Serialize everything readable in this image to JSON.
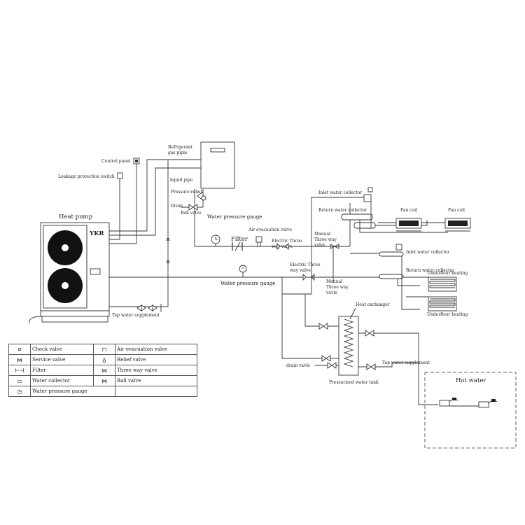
{
  "heat_pump": {
    "title": "Heat pump",
    "brand": "YKR"
  },
  "labels": {
    "control_panel": "Control panel",
    "leakage_switch": "Leakage protection switch",
    "refrigerant_gas": [
      "Refrigerant",
      "gas piple"
    ],
    "liquid_pipe": "liquid pipe",
    "pressure_relief": "Pressure relief",
    "drain": "Drain",
    "ball_valve_small": "Ball valve",
    "water_pressure_gauge_top": "Water pressure gauge",
    "air_evacuation_valve": "Air evacuation valve",
    "filter": "Filter",
    "electric_three_way_top": [
      "Electric Three",
      "way valve"
    ],
    "manual_three_way_top": [
      "Manual",
      "Three way",
      "valve"
    ],
    "inlet_collector_top": "Inlet water collector",
    "return_collector_top": "Return water collector",
    "fan_coil_1": "Fan coil",
    "fan_coil_2": "Fan coil",
    "inlet_collector_mid": "Inlet water collector",
    "return_collector_mid": "Return water collector",
    "underfloor_1": "Underfloor heating",
    "underfloor_2": "Underfloor heating",
    "water_pressure_gauge_mid": "Water pressure gauge",
    "electric_three_way_mid": [
      "Electric Three",
      "way valve"
    ],
    "manual_three_way_mid": [
      "Manual",
      "Three way",
      "vavle"
    ],
    "heat_exchanger": "Heat exchanger",
    "tap_supplement_left": "Tap water supplement",
    "tap_supplement_right": "Tap water supplement",
    "drain_valve": "drain vavle",
    "pressurized_tank": "Pressurized water tank",
    "hot_water": "Hot water"
  },
  "legend": {
    "rows": [
      {
        "left_icon": "check-valve-icon",
        "left_symbol": "⧄",
        "left": "Check valve",
        "right_icon": "air-evacuation-valve-icon",
        "right_symbol": "⊓",
        "right": "Air evacuation valve"
      },
      {
        "left_icon": "service-valve-icon",
        "left_symbol": "⋈",
        "left": "Service valve",
        "right_icon": "relief-valve-icon",
        "right_symbol": "♁",
        "right": "Relief valve"
      },
      {
        "left_icon": "filter-icon",
        "left_symbol": "⊢⊣",
        "left": "Filter",
        "right_icon": "three-way-valve-icon",
        "right_symbol": "⋈",
        "right": "Three way valve"
      },
      {
        "left_icon": "water-collector-icon",
        "left_symbol": "▭",
        "left": "Water collector",
        "right_icon": "ball-valve-icon",
        "right_symbol": "⋈",
        "right": "Ball valve"
      },
      {
        "left_icon": "pressure-gauge-icon",
        "left_symbol": "◷",
        "left": "Water pressure gauge",
        "right_icon": "",
        "right_symbol": "",
        "right": ""
      }
    ]
  }
}
